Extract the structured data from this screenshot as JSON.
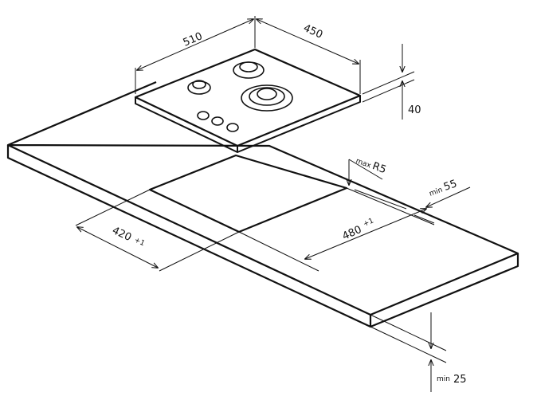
{
  "title": "Gas hob built-in installation diagram",
  "dimensions": {
    "hob_width": "510",
    "hob_depth": "450",
    "hob_height": "40",
    "corner_radius_prefix": "max",
    "corner_radius": "R5",
    "back_clearance_prefix": "min",
    "back_clearance": "55",
    "cutout_depth": "480",
    "cutout_depth_tol": "+1",
    "cutout_width": "420",
    "cutout_width_tol": "+1",
    "under_clearance_prefix": "min",
    "under_clearance": "25"
  },
  "colors": {
    "line": "#111111",
    "background": "#ffffff"
  }
}
